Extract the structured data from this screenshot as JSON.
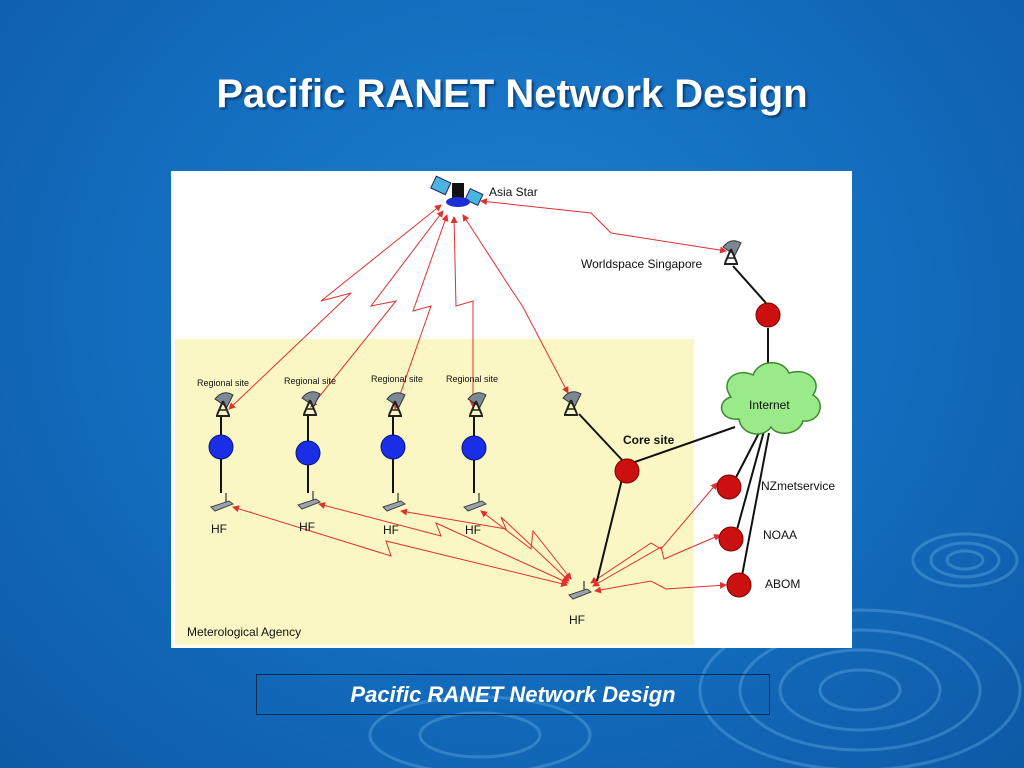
{
  "slide": {
    "title": "Pacific RANET Network Design",
    "caption": "Pacific RANET Network Design"
  },
  "diagram": {
    "satellite_label": "Asia Star",
    "worldspace_label": "Worldspace Singapore",
    "internet_label": "Internet",
    "core_site_label": "Core site",
    "agency_label": "Meterological Agency",
    "regional_sites": [
      {
        "label": "Regional site",
        "hf_label": "HF"
      },
      {
        "label": "Regional site",
        "hf_label": "HF"
      },
      {
        "label": "Regional site",
        "hf_label": "HF"
      },
      {
        "label": "Regional site",
        "hf_label": "HF"
      }
    ],
    "core_hf_label": "HF",
    "partners": [
      {
        "label": "NZmetservice"
      },
      {
        "label": "NOAA"
      },
      {
        "label": "ABOM"
      }
    ]
  },
  "colors": {
    "background": "#136cbd",
    "agency_area": "#fbf7c4",
    "regional_node": "#1a2ee6",
    "red_node": "#cc1010",
    "internet_cloud": "#9aea8a",
    "radio_link": "#e03030"
  }
}
